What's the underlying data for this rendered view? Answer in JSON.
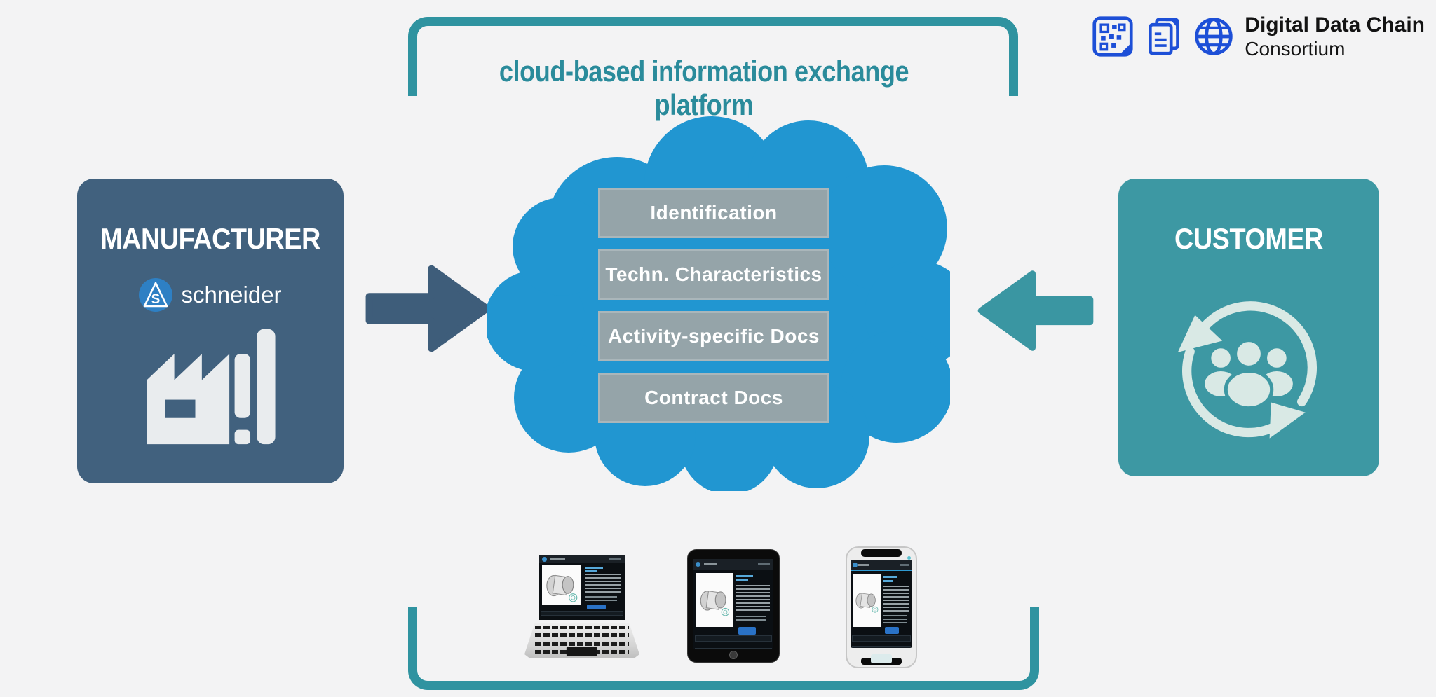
{
  "diagram": {
    "title": "cloud-based information exchange platform",
    "background_color": "#f3f3f4",
    "bracket_color": "#2f93a0",
    "title_color": "#2a8b9b"
  },
  "branding": {
    "name_line1": "Digital Data Chain",
    "name_line2": "Consortium",
    "icon_color": "#1d4fd7",
    "icons": [
      "qr-code-icon",
      "documents-icon",
      "globe-icon"
    ]
  },
  "manufacturer": {
    "label": "MANUFACTURER",
    "brand": "schneider",
    "box_color": "#41617e",
    "icon": "factory-icon"
  },
  "cloud": {
    "color": "#2196d1",
    "item_bg_color": "#95a4a9",
    "items": [
      {
        "label": "Identification"
      },
      {
        "label": "Techn. Characteristics"
      },
      {
        "label": "Activity-specific Docs"
      },
      {
        "label": "Contract Docs"
      }
    ]
  },
  "customer": {
    "label": "CUSTOMER",
    "box_color": "#3d98a3",
    "icon": "customer-group-cycle-icon"
  },
  "arrows": {
    "manufacturer_to_cloud_color": "#3e5d7a",
    "customer_to_cloud_color": "#3a96a2"
  },
  "devices": [
    {
      "name": "laptop"
    },
    {
      "name": "tablet"
    },
    {
      "name": "smartphone"
    }
  ]
}
